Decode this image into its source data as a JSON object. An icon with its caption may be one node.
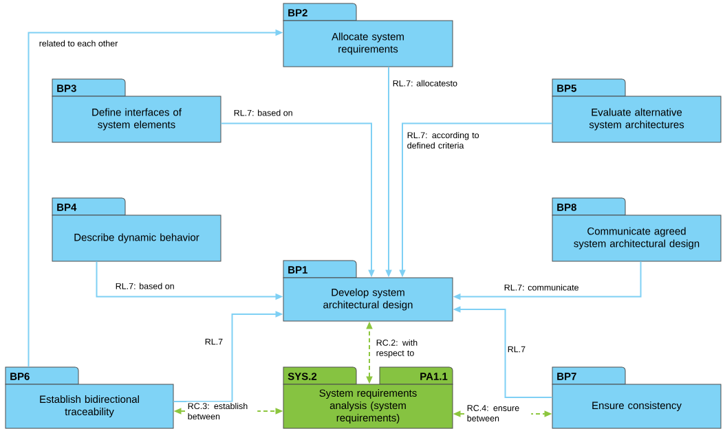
{
  "diagram": {
    "nodes": [
      {
        "text": [
          "BP1",
          "Develop system architectural design"
        ]
      },
      {
        "text": [
          "BP2",
          "Allocate system requirements"
        ]
      },
      {
        "text": [
          "BP3",
          "Define interfaces of system elements"
        ]
      },
      {
        "text": [
          "BP5",
          "Evaluate alternative system architectures"
        ]
      },
      {
        "text": [
          "BP4",
          "Describe dynamic behavior"
        ]
      },
      {
        "text": [
          "BP8",
          "Communicate agreed system architectural design"
        ]
      },
      {
        "text": [
          "BP6",
          "Establish bidirectional traceability"
        ]
      },
      {
        "text": [
          "SYS.2",
          "PA1.1",
          "System requirements analysis (system requirements)"
        ]
      },
      {
        "text": [
          "BP7",
          "Ensure consistency"
        ]
      }
    ],
    "edges": [
      {
        "from": 6,
        "to": 1,
        "arrow": "to",
        "label": "related to each other"
      },
      {
        "from": 2,
        "to": 0,
        "arrow": "to",
        "label": "RL.7: based on"
      },
      {
        "from": 1,
        "to": 0,
        "arrow": "to",
        "label": "RL.7: allocatesto"
      },
      {
        "from": 3,
        "to": 0,
        "arrow": "to",
        "label": "RL.7: according to defined criteria"
      },
      {
        "from": 4,
        "to": 0,
        "arrow": "to",
        "label": "RL.7: based on"
      },
      {
        "from": 5,
        "to": 0,
        "arrow": "to",
        "label": "RL.7: communicate"
      },
      {
        "from": 6,
        "to": 0,
        "arrow": "to",
        "label": "RL.7"
      },
      {
        "from": 8,
        "to": 0,
        "arrow": "to",
        "label": "RL.7"
      },
      {
        "from": 7,
        "to": 0,
        "arrow": "both",
        "label": "RC.2: with respect to",
        "style": "dashed",
        "color": "#8dc63f"
      },
      {
        "from": 6,
        "to": 7,
        "arrow": "both",
        "label": "RC.3: establish between",
        "style": "dashed",
        "color": "#8dc63f"
      },
      {
        "from": 7,
        "to": 8,
        "arrow": "both",
        "label": "RC.4: ensure between",
        "style": "dashed",
        "color": "#8dc63f"
      }
    ]
  }
}
